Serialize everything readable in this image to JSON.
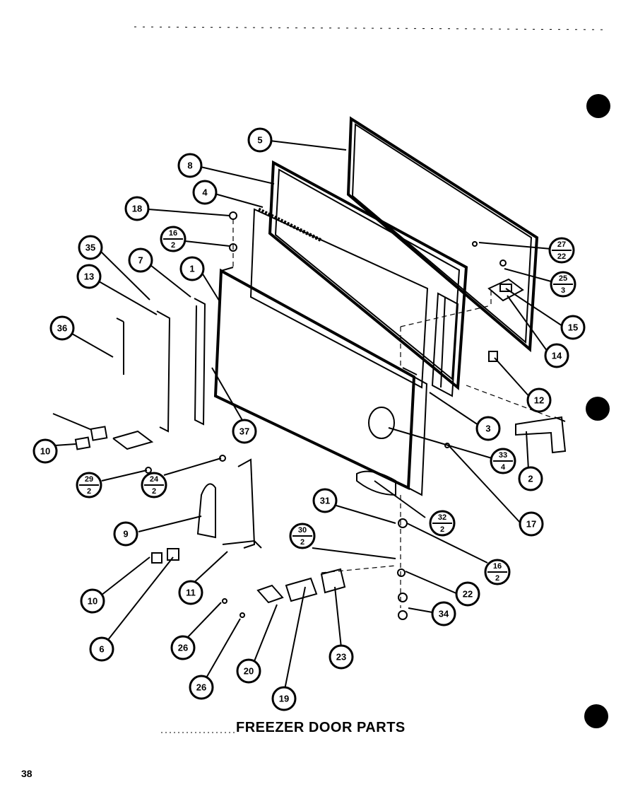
{
  "title": "FREEZER DOOR PARTS",
  "page_number": "38",
  "callouts": [
    {
      "id": "c5",
      "label": "5"
    },
    {
      "id": "c8",
      "label": "8"
    },
    {
      "id": "c4",
      "label": "4"
    },
    {
      "id": "c18",
      "label": "18"
    },
    {
      "id": "c16a",
      "label": "16",
      "sub": "2"
    },
    {
      "id": "c35",
      "label": "35"
    },
    {
      "id": "c7",
      "label": "7"
    },
    {
      "id": "c1",
      "label": "1"
    },
    {
      "id": "c13",
      "label": "13"
    },
    {
      "id": "c36",
      "label": "36"
    },
    {
      "id": "c27",
      "label": "27",
      "sub": "22"
    },
    {
      "id": "c25",
      "label": "25",
      "sub": "3"
    },
    {
      "id": "c15",
      "label": "15"
    },
    {
      "id": "c14",
      "label": "14"
    },
    {
      "id": "c12",
      "label": "12"
    },
    {
      "id": "c3",
      "label": "3"
    },
    {
      "id": "c33",
      "label": "33",
      "sub": "4"
    },
    {
      "id": "c2",
      "label": "2"
    },
    {
      "id": "c17",
      "label": "17"
    },
    {
      "id": "c37",
      "label": "37"
    },
    {
      "id": "c10a",
      "label": "10"
    },
    {
      "id": "c29",
      "label": "29",
      "sub": "2"
    },
    {
      "id": "c24",
      "label": "24",
      "sub": "2"
    },
    {
      "id": "c9",
      "label": "9"
    },
    {
      "id": "c31",
      "label": "31"
    },
    {
      "id": "c32",
      "label": "32",
      "sub": "2"
    },
    {
      "id": "c30",
      "label": "30",
      "sub": "2"
    },
    {
      "id": "c16b",
      "label": "16",
      "sub": "2"
    },
    {
      "id": "c22",
      "label": "22"
    },
    {
      "id": "c34",
      "label": "34"
    },
    {
      "id": "c10b",
      "label": "10"
    },
    {
      "id": "c11",
      "label": "11"
    },
    {
      "id": "c6",
      "label": "6"
    },
    {
      "id": "c26a",
      "label": "26"
    },
    {
      "id": "c26b",
      "label": "26"
    },
    {
      "id": "c20",
      "label": "20"
    },
    {
      "id": "c19",
      "label": "19"
    },
    {
      "id": "c23",
      "label": "23"
    }
  ]
}
